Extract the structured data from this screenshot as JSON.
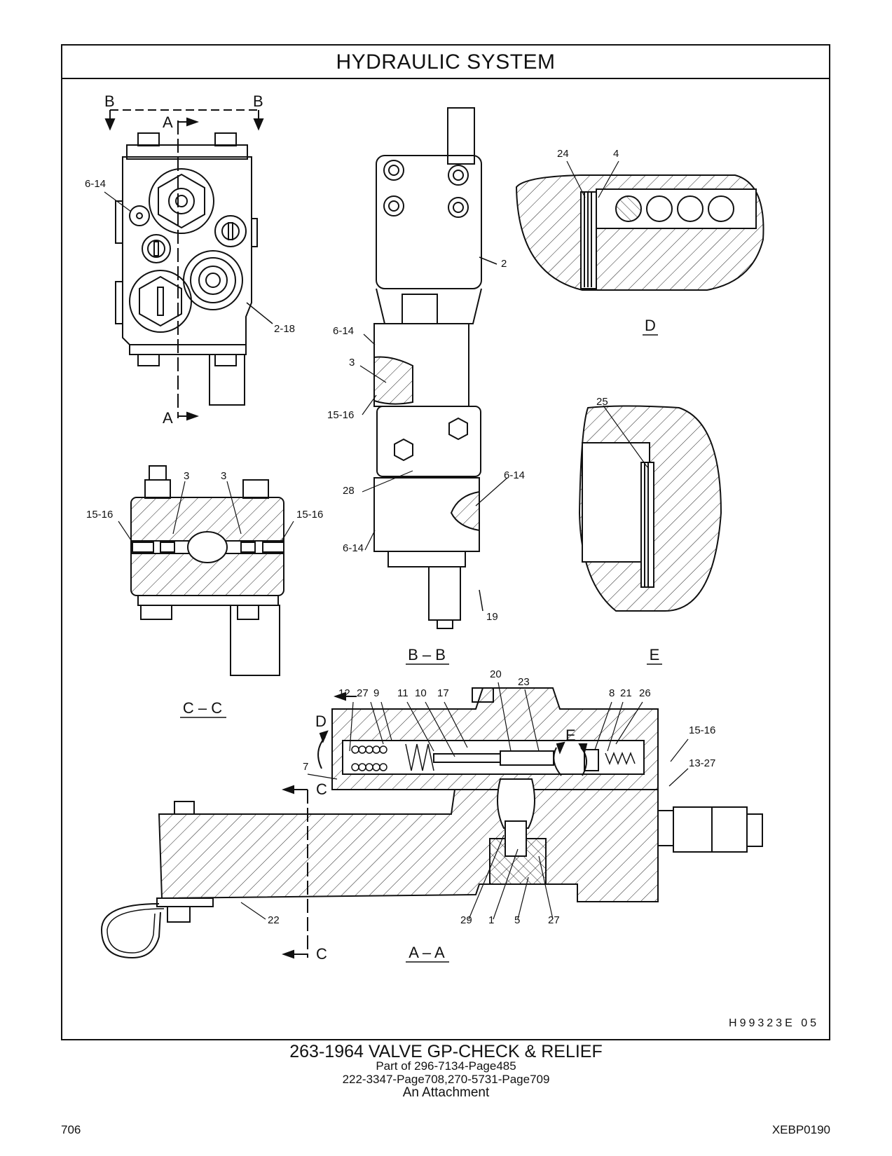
{
  "page": {
    "title": "HYDRAULIC   SYSTEM",
    "drawing_id": "H99323E   05",
    "caption_title": "263-1964   VALVE  GP-CHECK  &  RELIEF",
    "caption_line1": "Part of 296-7134-Page485",
    "caption_line2": "222-3347-Page708,270-5731-Page709",
    "caption_line3": "An Attachment",
    "page_number": "706",
    "doc_code": "XEBP0190"
  },
  "views": {
    "bb": "B – B",
    "cc": "C – C",
    "aa": "A – A",
    "d": "D",
    "e": "E"
  },
  "section_marks": {
    "b": "B",
    "a": "A",
    "c": "C",
    "d": "D",
    "e": "E"
  },
  "callouts": {
    "c_6_14": "6-14",
    "c_2_18": "2-18",
    "c_2": "2",
    "c_3": "3",
    "c_15_16": "15-16",
    "c_28": "28",
    "c_19": "19",
    "c_24": "24",
    "c_4": "4",
    "c_25": "25",
    "c_12": "12",
    "c_27": "27",
    "c_9": "9",
    "c_11": "11",
    "c_10": "10",
    "c_17": "17",
    "c_20": "20",
    "c_23": "23",
    "c_8": "8",
    "c_21": "21",
    "c_26": "26",
    "c_7": "7",
    "c_13_27": "13-27",
    "c_22": "22",
    "c_29": "29",
    "c_1": "1",
    "c_5": "5"
  }
}
